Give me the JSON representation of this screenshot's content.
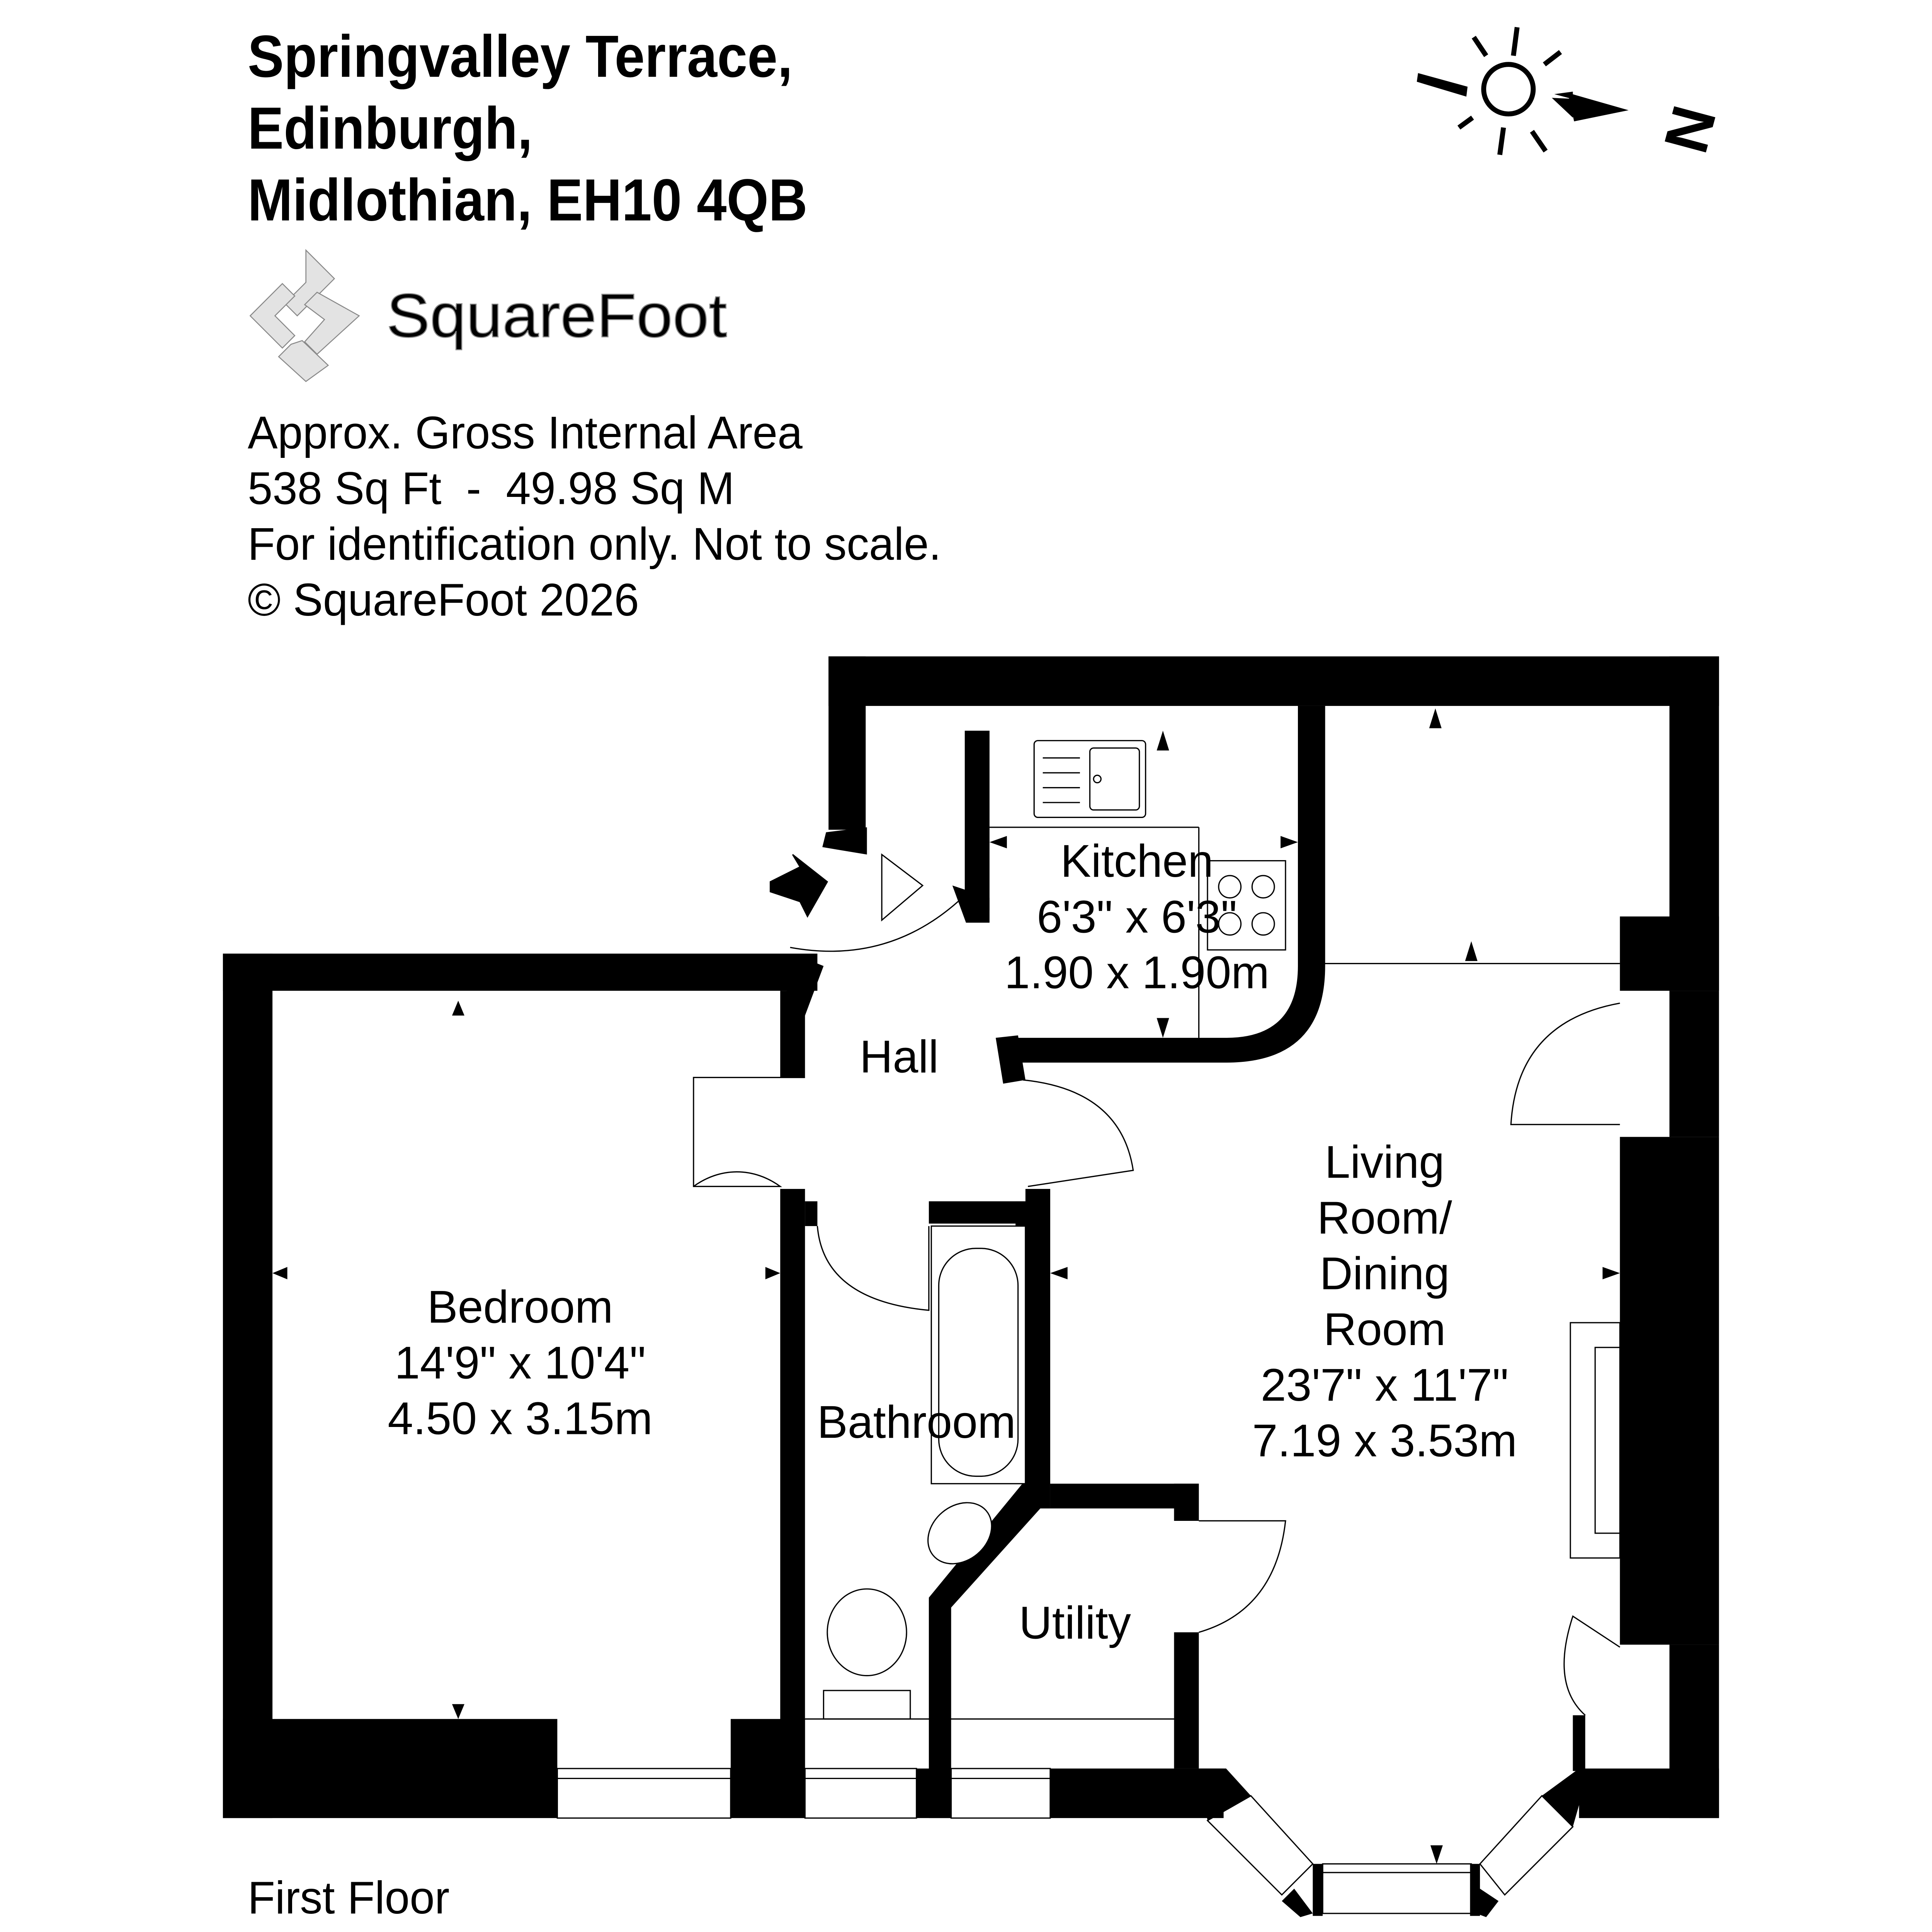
{
  "header": {
    "address_lines": [
      "Springvalley Terrace,",
      "Edinburgh,",
      "Midlothian, EH10 4QB"
    ]
  },
  "logo": {
    "text": "SquareFoot"
  },
  "info": {
    "area_label": "Approx. Gross Internal Area",
    "area_value": "538 Sq Ft  -  49.98 Sq M",
    "disclaimer": "For identification only. Not to scale.",
    "copyright": "© SquareFoot 2026"
  },
  "compass": {
    "icon": "sun-north-arrow-icon",
    "letter": "N"
  },
  "rooms": {
    "kitchen": {
      "name": "Kitchen",
      "imperial": "6'3\" x 6'3\"",
      "metric": "1.90 x 1.90m"
    },
    "hall": {
      "name": "Hall"
    },
    "bedroom": {
      "name": "Bedroom",
      "imperial": "14'9\" x 10'4\"",
      "metric": "4.50 x 3.15m"
    },
    "bathroom": {
      "name": "Bathroom"
    },
    "utility": {
      "name": "Utility"
    },
    "living": {
      "name_lines": [
        "Living",
        "Room/",
        "Dining",
        "Room"
      ],
      "imperial": "23'7\" x 11'7\"",
      "metric": "7.19 x 3.53m"
    }
  },
  "floor_label": "First Floor"
}
